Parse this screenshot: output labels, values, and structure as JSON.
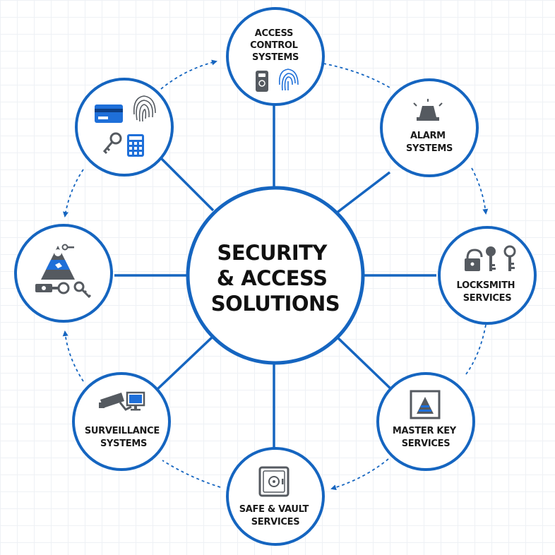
{
  "hub": {
    "lines": [
      "SECURITY",
      "& ACCESS",
      "SOLUTIONS"
    ]
  },
  "nodes": {
    "access_control": {
      "lines": [
        "ACCESS",
        "CONTROL",
        "SYSTEMS"
      ]
    },
    "alarm": {
      "lines": [
        "ALARM",
        "SYSTEMS"
      ]
    },
    "locksmith": {
      "lines": [
        "LOCKSMITH",
        "SERVICES"
      ]
    },
    "master_key": {
      "lines": [
        "MASTER KEY",
        "SERVICES"
      ]
    },
    "safe_vault": {
      "lines": [
        "SAFE & VAULT",
        "SERVICES"
      ]
    },
    "surveillance": {
      "lines": [
        "SURVEILLANCE",
        "SYSTEMS"
      ]
    }
  },
  "icons": {
    "access_control": [
      "keycard-reader-icon",
      "fingerprint-icon"
    ],
    "alarm": [
      "alarm-siren-icon"
    ],
    "locksmith": [
      "padlock-icon",
      "key-icon"
    ],
    "master_key": [
      "master-key-pyramid-icon"
    ],
    "safe_vault": [
      "safe-icon"
    ],
    "surveillance": [
      "cctv-camera-icon",
      "monitor-icon"
    ],
    "access_tools": [
      "credit-card-icon",
      "fingerprint-icon",
      "key-icon",
      "keypad-icon"
    ],
    "key_hierarchy": [
      "key-pyramid-icon",
      "keys-icon"
    ]
  },
  "colors": {
    "accent": "#1565c0",
    "icon_blue": "#1e6fd9",
    "icon_gray": "#555a60",
    "grid": "#eef1f5",
    "text": "#1a1a1a"
  }
}
